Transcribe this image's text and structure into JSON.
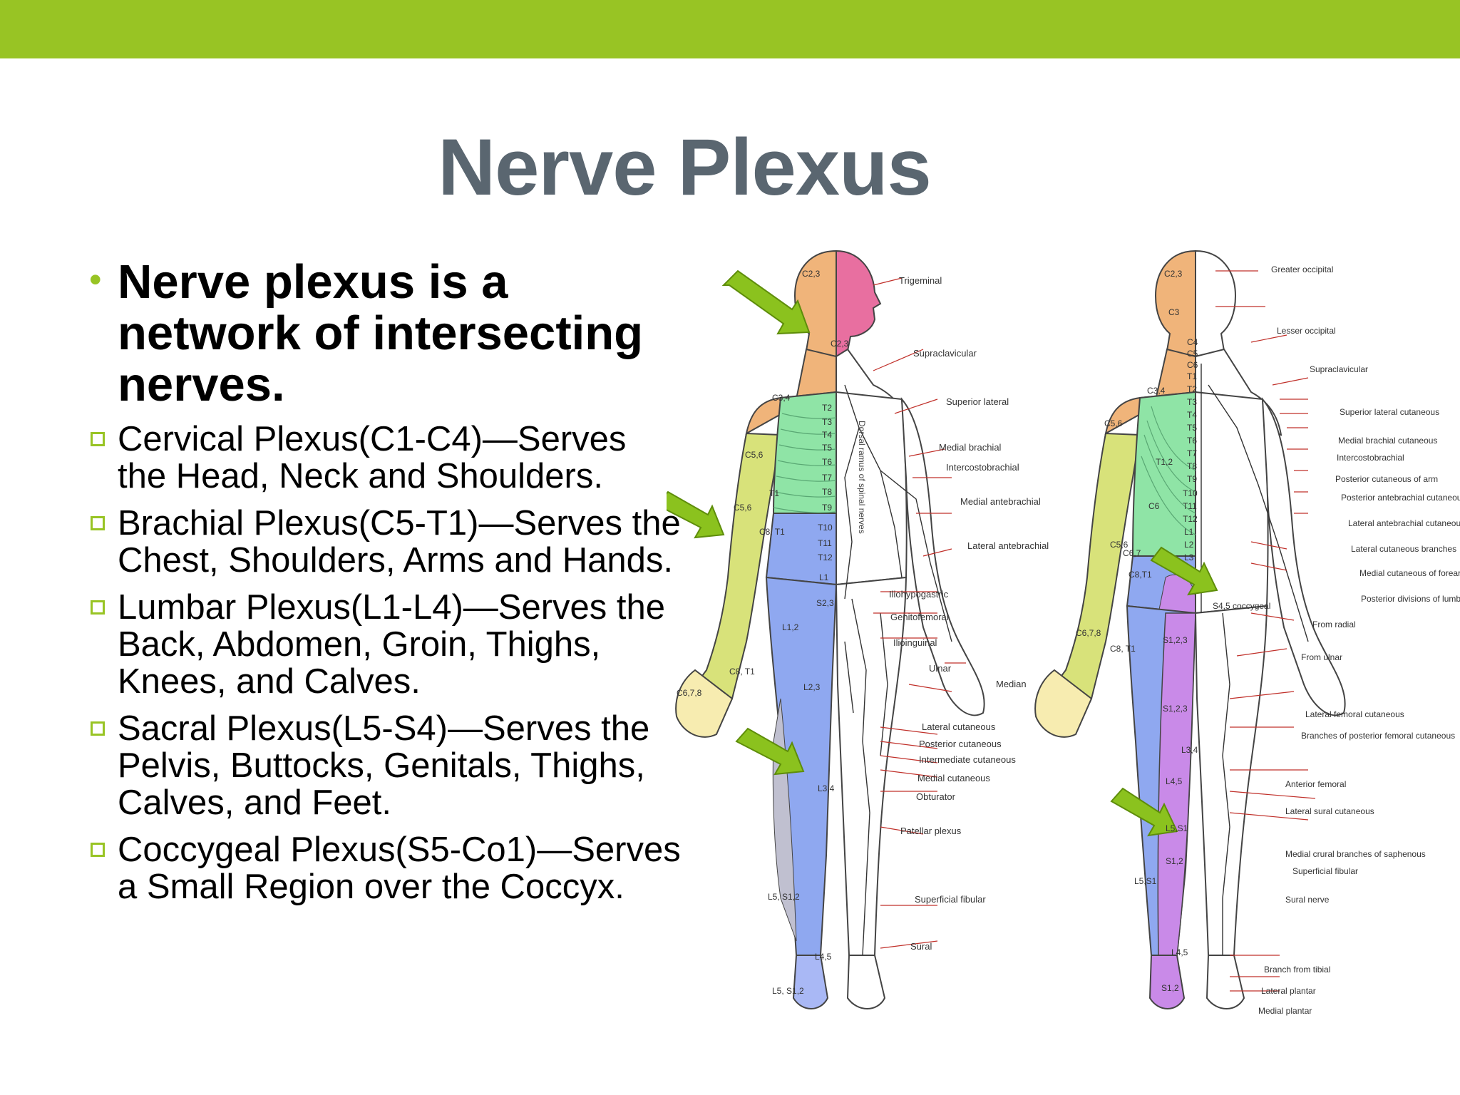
{
  "title": "Nerve Plexus",
  "main_point": "Nerve plexus is a network of intersecting nerves.",
  "plexuses": [
    {
      "text": "Cervical Plexus(C1-C4)—Serves the Head, Neck and Shoulders."
    },
    {
      "text": "Brachial Plexus(C5-T1)—Serves the Chest, Shoulders, Arms and Hands."
    },
    {
      "text": "Lumbar Plexus(L1-L4)—Serves the Back, Abdomen, Groin, Thighs, Knees, and Calves."
    },
    {
      "text": "Sacral Plexus(L5-S4)—Serves the Pelvis, Buttocks, Genitals, Thighs, Calves, and Feet."
    },
    {
      "text": "Coccygeal Plexus(S5-Co1)—Serves a Small Region over the Coccyx."
    }
  ],
  "figure_labels": {
    "front_segments": [
      "C2,3",
      "C2,3",
      "C3,4",
      "C5,6",
      "T2",
      "T3",
      "T4",
      "T5",
      "T6",
      "T7",
      "T8",
      "T9",
      "T10",
      "T11",
      "T12",
      "L1",
      "S2,3",
      "L1,2",
      "L2,3",
      "L3,4",
      "L4,5",
      "L5, S1,2",
      "L5, S1,2",
      "C6,7,8",
      "C8, T1",
      "C8, T1",
      "C5,6",
      "T1"
    ],
    "front_nerves": [
      "Trigeminal",
      "Supraclavicular",
      "Superior lateral",
      "Medial brachial",
      "Intercostobrachial",
      "Medial antebrachial",
      "Lateral antebrachial",
      "Iliohypogastric",
      "Genitofemoral",
      "Ilioinguinal",
      "Ulnar",
      "Median",
      "Lateral cutaneous",
      "Posterior cutaneous",
      "Intermediate cutaneous",
      "Medial cutaneous",
      "Obturator",
      "Patellar plexus",
      "Superficial fibular",
      "Sural"
    ],
    "back_segments": [
      "C2,3",
      "C3",
      "C4",
      "C5",
      "C6",
      "T1",
      "T2",
      "T3",
      "T4",
      "T5",
      "T6",
      "T7",
      "T8",
      "T9",
      "T10",
      "T11",
      "T12",
      "L1",
      "L2",
      "L3",
      "C3,4",
      "C5,6",
      "T1,2",
      "C6",
      "C5,6",
      "C6,7",
      "C8,T1",
      "C6,7,8",
      "C8, T1",
      "S1,2,3",
      "S4,5 coccygeal",
      "S1,2,3",
      "L3,4",
      "L4,5",
      "L5,S1",
      "S1,2",
      "L5,S1",
      "L4,5",
      "S1,2"
    ],
    "back_nerves": [
      "Greater occipital",
      "Lesser occipital",
      "Supraclavicular",
      "Superior lateral cutaneous",
      "Medial brachial cutaneous",
      "Intercostobrachial",
      "Posterior cutaneous of arm",
      "Posterior antebrachial cutaneous",
      "Lateral antebrachial cutaneous",
      "Lateral cutaneous branches",
      "Medial cutaneous of forearm",
      "Posterior divisions of lumbar nerves",
      "From radial",
      "From ulnar",
      "Lateral femoral cutaneous",
      "Branches of posterior femoral cutaneous",
      "Anterior femoral",
      "Lateral sural cutaneous",
      "Medial crural branches of saphenous",
      "Superficial fibular",
      "Sural nerve",
      "Branch from tibial",
      "Lateral plantar",
      "Medial plantar"
    ],
    "spinal_column_label": "Dorsal ramus of spinal nerves"
  },
  "colors": {
    "accent_green": "#98c424",
    "title_gray": "#5a6670",
    "dermatome_cervical": "#f0b47a",
    "dermatome_head": "#e86fa0",
    "dermatome_arm": "#d8e27a",
    "dermatome_thoracic": "#8fe4a6",
    "dermatome_lumbar": "#8fa8f0",
    "dermatome_sacral": "#c98ae8"
  }
}
